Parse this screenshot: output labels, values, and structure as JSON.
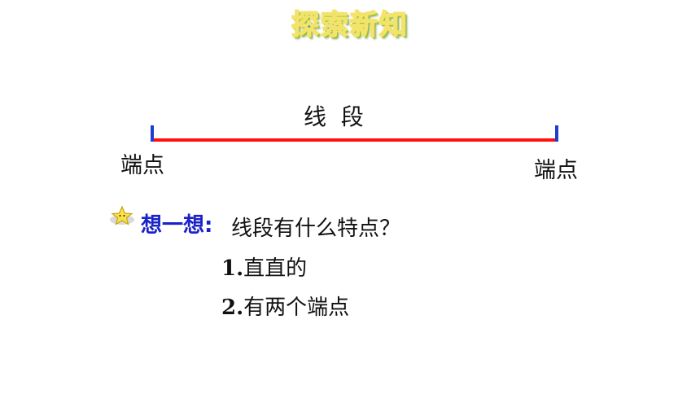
{
  "title": "探索新知",
  "diagram": {
    "segment_label": "线  段",
    "left_endpoint_label": "端点",
    "right_endpoint_label": "端点",
    "colors": {
      "segment": "#ff1010",
      "endpoints": "#1c3fd0"
    }
  },
  "think": {
    "icon": "star-icon",
    "label": "想一想:",
    "question": "线段有什么特点？",
    "answers": [
      {
        "number": "1.",
        "text": "直直的"
      },
      {
        "number": "2.",
        "text": "有两个端点"
      }
    ]
  }
}
